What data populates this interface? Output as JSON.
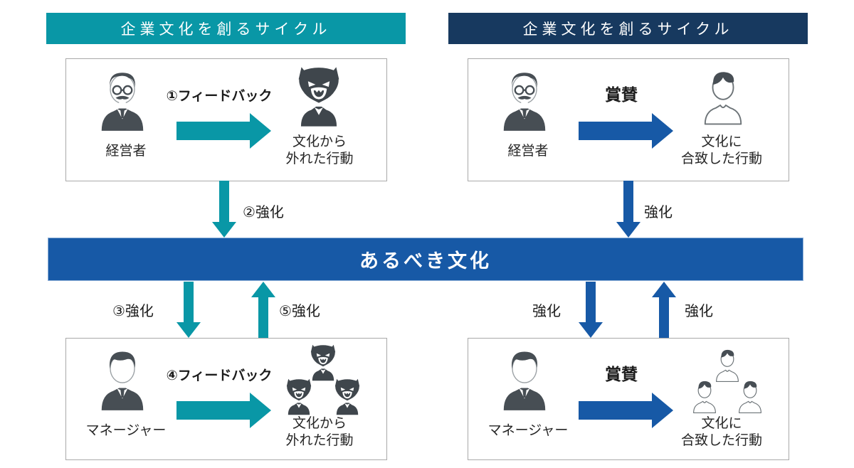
{
  "colors": {
    "teal": "#0997A6",
    "navy": "#17395F",
    "blue": "#1759A6",
    "icon-gray": "#474E54",
    "box-border": "#A9A9A9"
  },
  "icons": {
    "executive": "executive-person-icon",
    "manager": "manager-person-icon",
    "employee": "employee-person-icon",
    "wolf": "wolf-icon",
    "arrow_right": "right-arrow-icon",
    "arrow_down": "down-arrow-icon",
    "arrow_up": "up-arrow-icon"
  },
  "left_cycle": {
    "header": "企業文化を創るサイクル",
    "top_box": {
      "actor_label": "経営者",
      "arrow_label": "①フィードバック",
      "target_line1": "文化から",
      "target_line2": "外れた行動"
    },
    "reinforce_down_label": "②強化",
    "reinforce_to_bar_label": "③強化",
    "reinforce_from_bar_label": "⑤強化",
    "bottom_box": {
      "actor_label": "マネージャー",
      "arrow_label": "④フィードバック",
      "target_line1": "文化から",
      "target_line2": "外れた行動"
    }
  },
  "right_cycle": {
    "header": "企業文化を創るサイクル",
    "top_box": {
      "actor_label": "経営者",
      "arrow_label": "賞賛",
      "target_line1": "文化に",
      "target_line2": "合致した行動"
    },
    "reinforce_down_label": "強化",
    "reinforce_to_bar_label": "強化",
    "reinforce_from_bar_label": "強化",
    "bottom_box": {
      "actor_label": "マネージャー",
      "arrow_label": "賞賛",
      "target_line1": "文化に",
      "target_line2": "合致した行動"
    }
  },
  "center_bar": {
    "label": "あるべき文化"
  }
}
